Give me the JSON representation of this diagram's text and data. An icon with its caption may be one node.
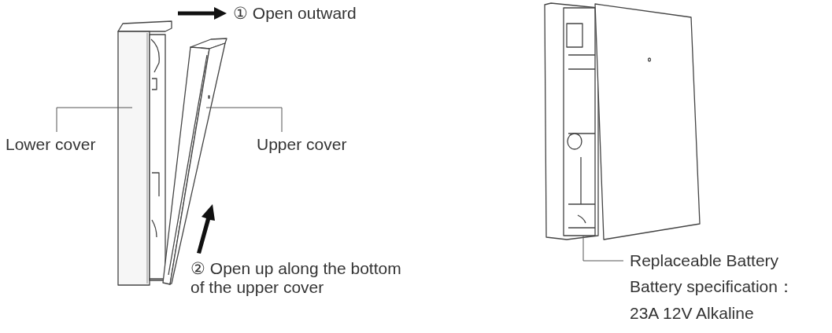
{
  "diagram": {
    "nodes": [
      {
        "text": [
          "Lower cover"
        ]
      },
      {
        "text": [],
        "shape": "picture"
      },
      {
        "text": [
          "Upper cover"
        ]
      },
      {
        "text": [],
        "shape": "picture"
      },
      {
        "text": [
          "Replaceable Battery",
          "Battery specification： 23A 12V Alkaline"
        ]
      },
      {
        "text": [],
        "shape": "picture"
      }
    ],
    "edges": [
      {
        "from": 0,
        "to": 1,
        "arrow": "none"
      },
      {
        "from": 2,
        "to": 3,
        "arrow": "none"
      },
      {
        "from": 4,
        "to": 5,
        "arrow": "none"
      }
    ],
    "labels": [
      "① Open outward",
      "② Open up along the bottom of the upper cover"
    ]
  }
}
